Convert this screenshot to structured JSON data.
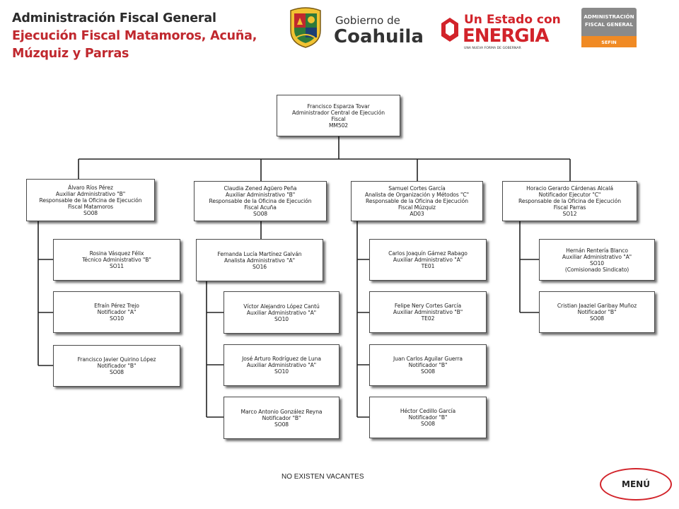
{
  "header": {
    "title": "Administración Fiscal General",
    "subtitle_line1": "Ejecución Fiscal Matamoros, Acuña,",
    "subtitle_line2": "Múzquiz y Parras"
  },
  "logos": {
    "coahuila_top": "Gobierno de",
    "coahuila_bottom": "Coahuila",
    "energia_top": "Un Estado con",
    "energia_bottom": "ENERGIA",
    "energia_tagline": "UNA NUEVA FORMA DE GOBERNAR",
    "afg_line1": "ADMINISTRACIÓN",
    "afg_line2": "FISCAL GENERAL",
    "afg_tag": "SEFIN",
    "colors": {
      "red": "#d2232a",
      "blue": "#1d3f73",
      "green": "#2f7a3a",
      "gray": "#8a8a8a",
      "orange": "#f08a24"
    }
  },
  "org": {
    "root": {
      "lines": [
        "Francisco Esparza Tovar",
        "Administrador Central de Ejecución",
        "Fiscal",
        "MM502"
      ]
    },
    "heads": [
      {
        "lines": [
          "Álvaro Ríos Pérez",
          "Auxiliar Administrativo \"B\"",
          "Responsable de la Oficina de Ejecución",
          "Fiscal Matamoros",
          "SO08"
        ]
      },
      {
        "lines": [
          "Claudia Zened Agüero Peña",
          "Auxiliar Administrativo \"B\"",
          "Responsable de la Oficina de Ejecución",
          "Fiscal Acuña",
          "SO08"
        ]
      },
      {
        "lines": [
          "Samuel Cortes García",
          "Analista de Organización y Métodos \"C\"",
          "Responsable de la Oficina de Ejecución",
          "Fiscal Múzquiz",
          "AD03"
        ]
      },
      {
        "lines": [
          "Horacio Gerardo Cárdenas Alcalá",
          "Notificador Ejecutor \"C\"",
          "Responsable de la Oficina de Ejecución",
          "Fiscal Parras",
          "SO12"
        ]
      }
    ],
    "matamoros_staff": [
      {
        "lines": [
          "Rosina Vásquez Félix",
          "Técnico Administrativo \"B\"",
          "SO11"
        ]
      },
      {
        "lines": [
          "Efraín Pérez Trejo",
          "Notificador \"A\"",
          "SO10"
        ]
      },
      {
        "lines": [
          "Francisco Javier Quirino López",
          "Notificador \"B\"",
          "SO08"
        ]
      }
    ],
    "acuna_sub": {
      "lines": [
        "Fernanda Lucía Martínez Galván",
        "Analista Administrativo \"A\"",
        "SO16"
      ]
    },
    "acuna_staff": [
      {
        "lines": [
          "Víctor Alejandro López Cantú",
          "Auxiliar Administrativo \"A\"",
          "SO10"
        ]
      },
      {
        "lines": [
          "José Arturo Rodríguez de Luna",
          "Auxiliar Administrativo \"A\"",
          "SO10"
        ]
      },
      {
        "lines": [
          "Marco Antonio González Reyna",
          "Notificador \"B\"",
          "SO08"
        ]
      }
    ],
    "muzquiz_staff": [
      {
        "lines": [
          "Carlos Joaquín Gámez Rabago",
          "Auxiliar Administrativo \"A\"",
          "TE01"
        ]
      },
      {
        "lines": [
          "Felipe Nery Cortes García",
          "Auxiliar Administrativo \"B\"",
          "TE02"
        ]
      },
      {
        "lines": [
          "Juan Carlos Aguilar Guerra",
          "Notificador \"B\"",
          "SO08"
        ]
      },
      {
        "lines": [
          "Héctor Cedillo García",
          "Notificador \"B\"",
          "SO08"
        ]
      }
    ],
    "parras_staff": [
      {
        "lines": [
          "Hernán Rentería Blanco",
          "Auxiliar Administrativo \"A\"",
          "SO10",
          "(Comisionado Sindicato)"
        ]
      },
      {
        "lines": [
          "Cristian Jaaziel Garibay Muñoz",
          "Notificador \"B\"",
          "SO08"
        ]
      }
    ]
  },
  "footer": {
    "note": "NO EXISTEN VACANTES",
    "menu_label": "MENÚ"
  }
}
